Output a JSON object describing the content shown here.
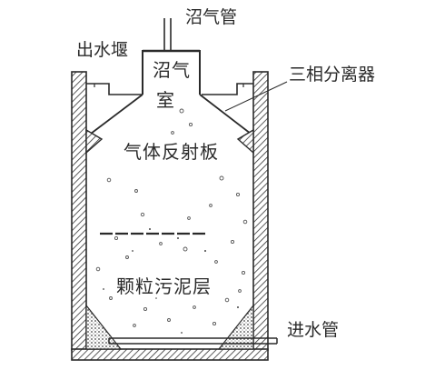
{
  "labels": {
    "biogas_pipe": "沼气管",
    "outlet_weir": "出水堰",
    "gas_chamber_line1": "沼气",
    "gas_chamber_line2": "室",
    "three_phase_separator": "三相分离器",
    "gas_deflector": "气体反射板",
    "granular_sludge_layer": "颗粒污泥层",
    "inlet_pipe": "进水管"
  },
  "colors": {
    "line": "#2a2a2a",
    "fill": "#ffffff",
    "hatch": "#333333"
  }
}
